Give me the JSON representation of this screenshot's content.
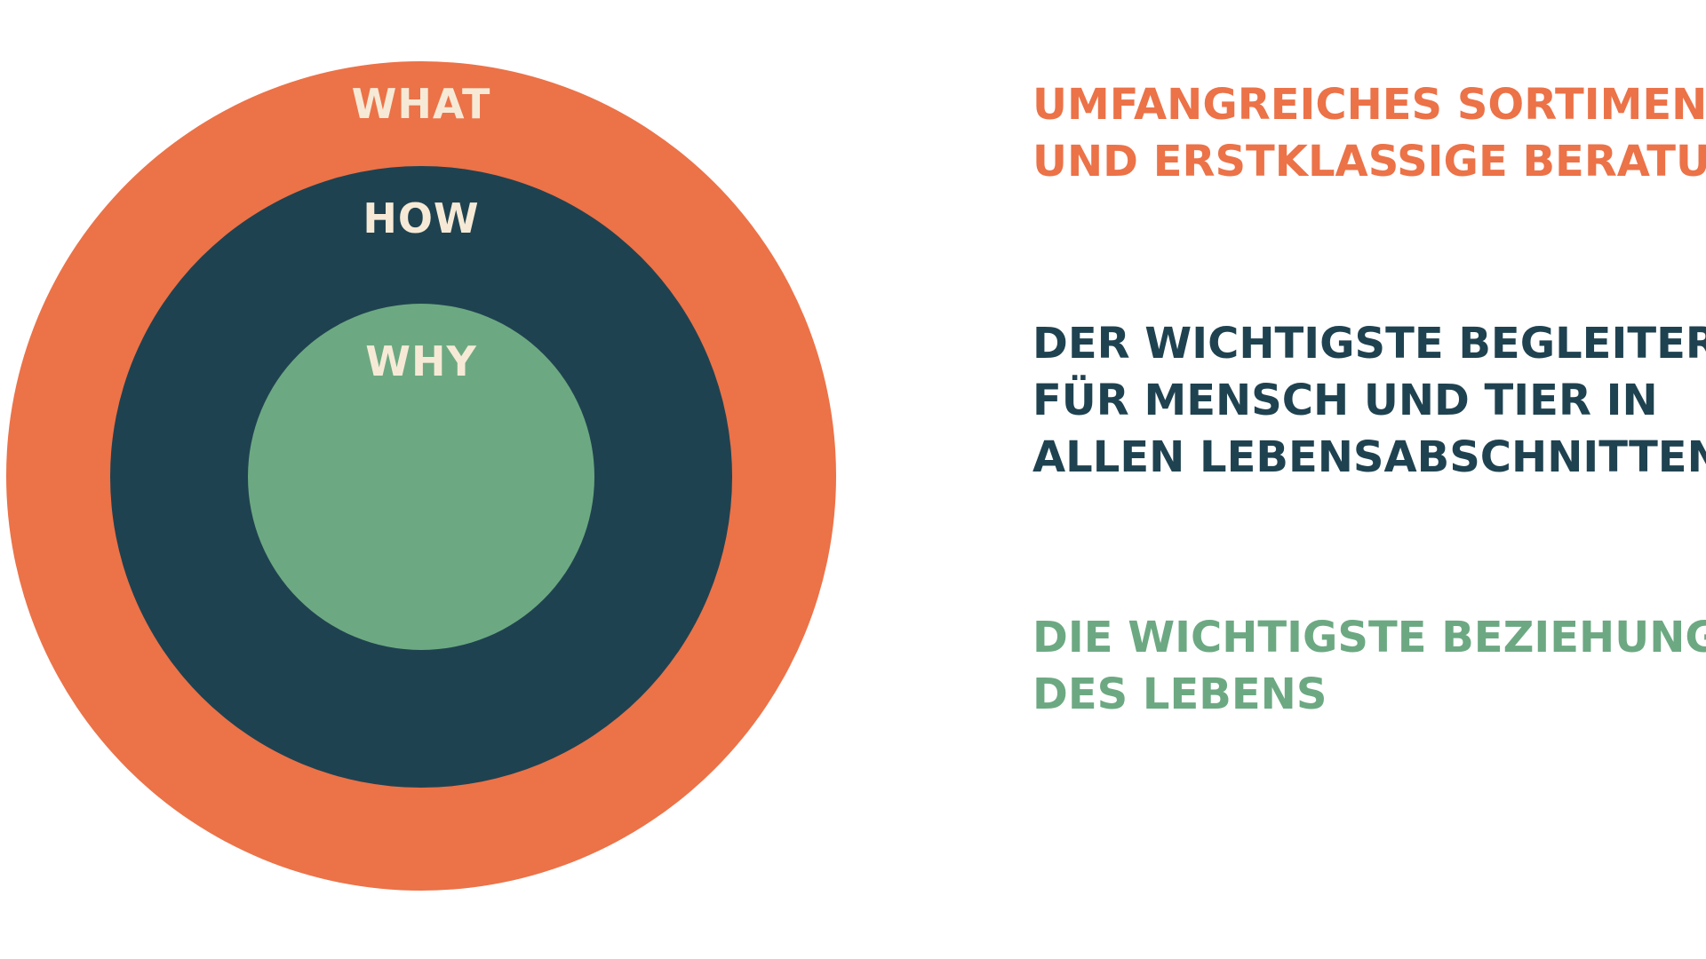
{
  "colors": {
    "what": "#ec7248",
    "how": "#1f4250",
    "why": "#6ca982",
    "ring_label": "#f6ead6",
    "background": "#ffffff"
  },
  "circles": {
    "what": {
      "label": "WHAT"
    },
    "how": {
      "label": "HOW"
    },
    "why": {
      "label": "WHY"
    }
  },
  "descriptions": {
    "what": [
      "UMFANGREICHES SORTIMENT",
      "UND ERSTKLASSIGE BERATUNG"
    ],
    "how": [
      "DER WICHTIGSTE BEGLEITER",
      "FÜR MENSCH UND TIER IN",
      "ALLEN LEBENSABSCHNITTEN"
    ],
    "why": [
      "DIE WICHTIGSTE BEZIEHUNG",
      "DES LEBENS"
    ]
  }
}
